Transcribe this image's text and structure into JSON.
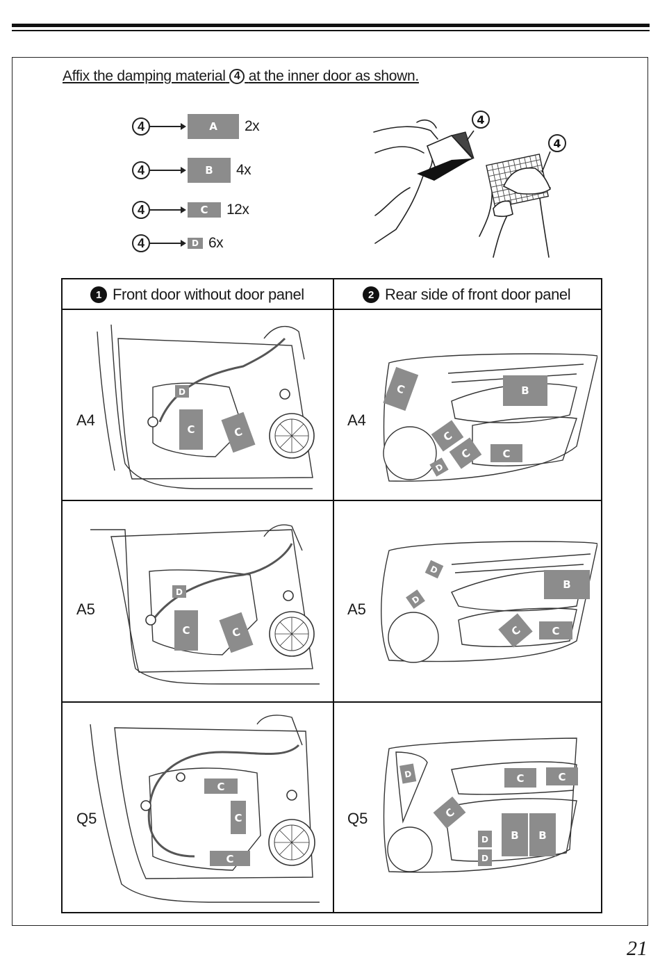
{
  "instruction": {
    "before": "Affix the damping material",
    "num": "4",
    "after": "at the inner door as shown."
  },
  "legend": [
    {
      "num": "4",
      "patch": "A",
      "qty": "2x"
    },
    {
      "num": "4",
      "patch": "B",
      "qty": "4x"
    },
    {
      "num": "4",
      "patch": "C",
      "qty": "12x"
    },
    {
      "num": "4",
      "patch": "D",
      "qty": "6x"
    }
  ],
  "hands_callouts": [
    "4",
    "4"
  ],
  "table": {
    "columns": [
      {
        "badge": "1",
        "title": "Front door without door panel"
      },
      {
        "badge": "2",
        "title": "Rear side of front door panel"
      }
    ],
    "rows": [
      {
        "model": "A4",
        "front": [
          "D",
          "C",
          "C"
        ],
        "rear": [
          "C",
          "B",
          "C",
          "C",
          "C",
          "D"
        ]
      },
      {
        "model": "A5",
        "front": [
          "D",
          "C",
          "C"
        ],
        "rear": [
          "D",
          "D",
          "B",
          "C",
          "C"
        ]
      },
      {
        "model": "Q5",
        "front": [
          "C",
          "C",
          "C"
        ],
        "rear": [
          "D",
          "C",
          "C",
          "C",
          "D",
          "D",
          "B",
          "B"
        ]
      }
    ]
  },
  "page_number": "21",
  "colors": {
    "patch": "#8c8c8c",
    "line": "#222222"
  }
}
